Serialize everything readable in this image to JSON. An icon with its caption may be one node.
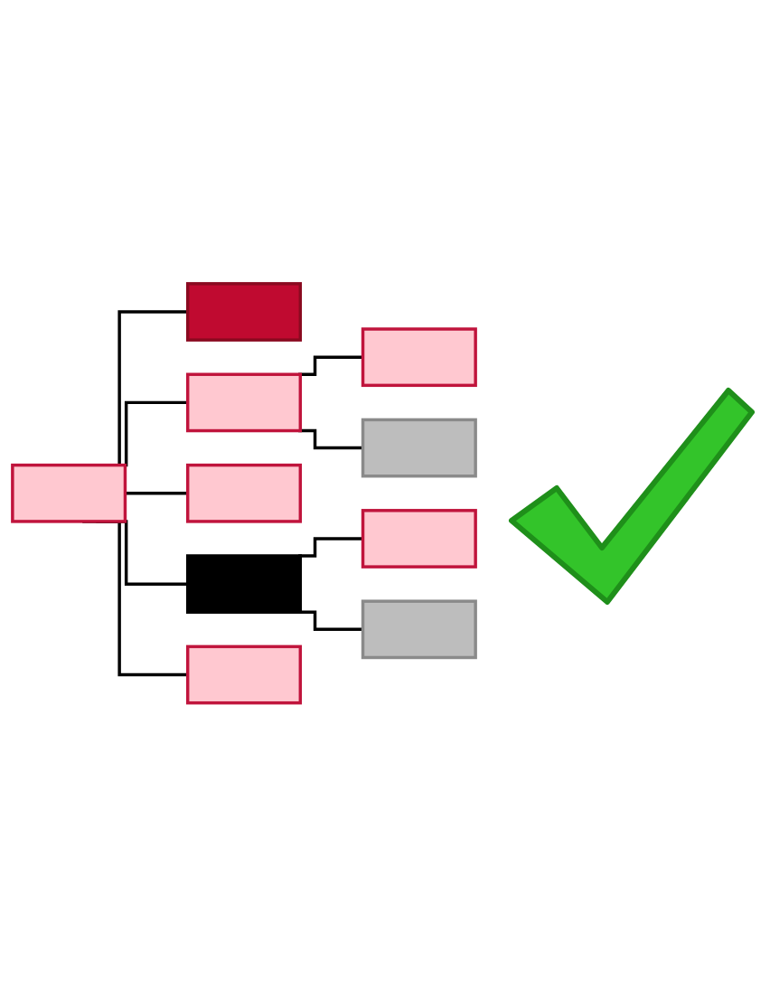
{
  "diagram": {
    "nodes": [
      {
        "text": [],
        "shape": "box"
      },
      {
        "text": [],
        "shape": "box"
      },
      {
        "text": [],
        "shape": "box"
      },
      {
        "text": [],
        "shape": "box"
      },
      {
        "text": [],
        "shape": "box"
      },
      {
        "text": [],
        "shape": "box"
      },
      {
        "text": [],
        "shape": "box"
      },
      {
        "text": [],
        "shape": "box"
      },
      {
        "text": [],
        "shape": "box"
      },
      {
        "text": [],
        "shape": "box"
      },
      {
        "text": [],
        "shape": "picture"
      }
    ],
    "edges": [
      {
        "from": 0,
        "to": 1,
        "arrow": "none"
      },
      {
        "from": 0,
        "to": 2,
        "arrow": "none"
      },
      {
        "from": 2,
        "to": 3,
        "arrow": "none"
      },
      {
        "from": 2,
        "to": 4,
        "arrow": "none"
      },
      {
        "from": 0,
        "to": 5,
        "arrow": "none"
      },
      {
        "from": 0,
        "to": 6,
        "arrow": "none"
      },
      {
        "from": 6,
        "to": 7,
        "arrow": "none"
      },
      {
        "from": 6,
        "to": 8,
        "arrow": "none"
      },
      {
        "from": 0,
        "to": 9,
        "arrow": "none"
      }
    ]
  }
}
